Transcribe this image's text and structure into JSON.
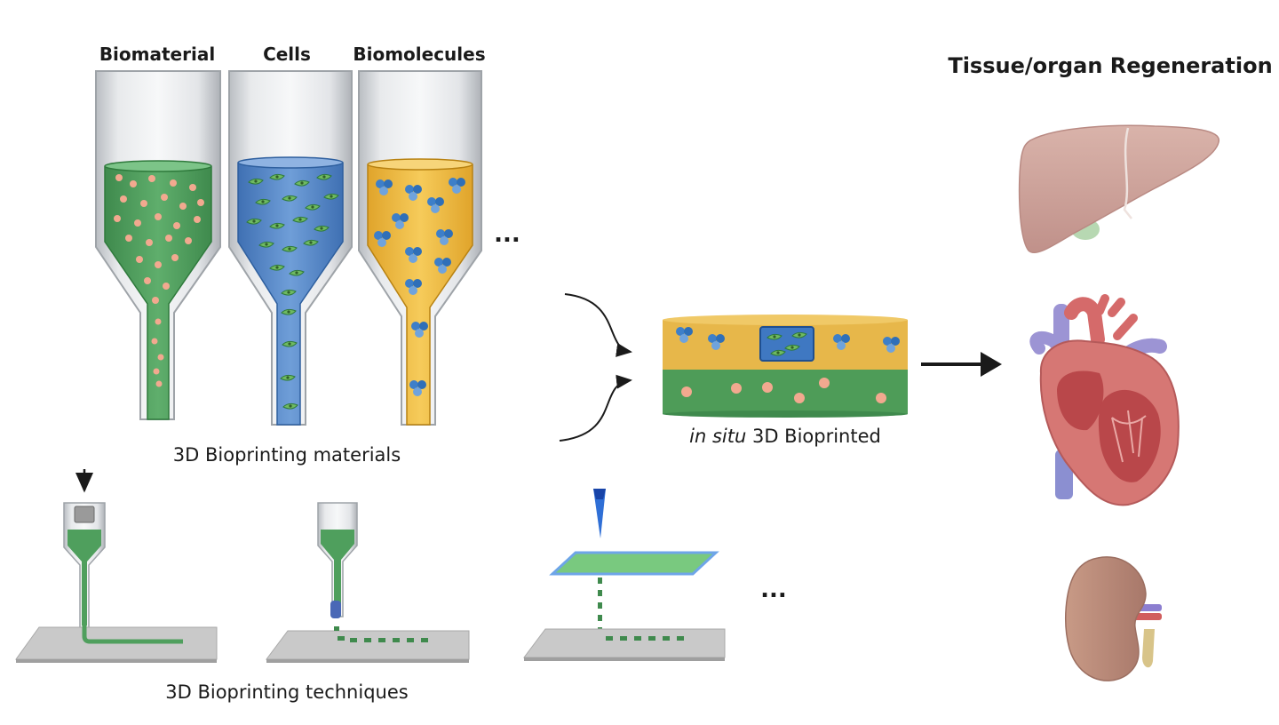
{
  "materials": {
    "headers": [
      "Biomaterial",
      "Cells",
      "Biomolecules"
    ],
    "more": "...",
    "caption": "3D Bioprinting materials"
  },
  "techniques": {
    "more": "...",
    "caption": "3D Bioprinting techniques"
  },
  "product": {
    "caption_italic": "in situ",
    "caption_rest": " 3D Bioprinted"
  },
  "regeneration": {
    "title": "Tissue/organ Regeneration",
    "organs": [
      "liver-icon",
      "heart-icon",
      "kidney-icon"
    ]
  },
  "colors": {
    "biomaterial": "#5aa566",
    "cells": "#5e8ecf",
    "biomolecules": "#efbd45",
    "particle": "#f2a98f",
    "molecule": "#3d7fc9"
  }
}
